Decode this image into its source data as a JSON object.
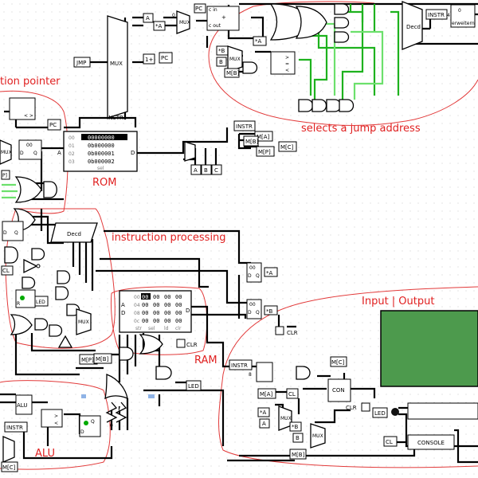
{
  "annotations": {
    "instruction_pointer": "tion pointer",
    "jump_address": "selects a jump address",
    "rom": "ROM",
    "instruction_processing": "instruction processing",
    "ram": "RAM",
    "io": "Input | Output",
    "alu": "ALU"
  },
  "labels": {
    "jmp": "JMP",
    "mux": "MUX",
    "instr": "INSTR",
    "pc": "PC",
    "a": "A",
    "star_a": "*A",
    "b": "B",
    "star_b": "*B",
    "c": "C",
    "m_a": "M[A]",
    "m_b": "M[B]",
    "m_c": "M[C]",
    "m_p": "M[P]",
    "decd": "Decd",
    "clr": "CLR",
    "led": "LED",
    "con": "CON",
    "cl": "CL",
    "console": "CONSOLE",
    "alu": "ALU",
    "d": "D",
    "q": "Q",
    "plus1": "1+",
    "c_in": "c in",
    "c_out": "c out",
    "sel": "sel",
    "erweitern": "erweitern",
    "zero": "0",
    "eight": "8",
    "four": "4",
    "clr_pin": "CLR"
  },
  "rom": {
    "addresses": [
      "00",
      "01",
      "02",
      "03"
    ],
    "values": [
      "00000000",
      "0b000000",
      "0b000001",
      "0b000002"
    ],
    "ports": {
      "a": "A",
      "d": "D"
    }
  },
  "ram": {
    "rows": [
      {
        "addr": "00",
        "cells": [
          "00",
          "00",
          "00",
          "00"
        ]
      },
      {
        "addr": "04",
        "cells": [
          "00",
          "00",
          "00",
          "00"
        ]
      },
      {
        "addr": "08",
        "cells": [
          "00",
          "00",
          "00",
          "00"
        ]
      },
      {
        "addr": "0c",
        "cells": [
          "00",
          "00",
          "00",
          "00"
        ]
      }
    ],
    "bottom_pins": [
      "str",
      "sel",
      "ld",
      "clr"
    ]
  },
  "colors": {
    "active_wire": "#1eb21e",
    "inactive_wire": "#6ce06c",
    "annotation": "#e02020",
    "terminal": "#4d9a4d"
  }
}
